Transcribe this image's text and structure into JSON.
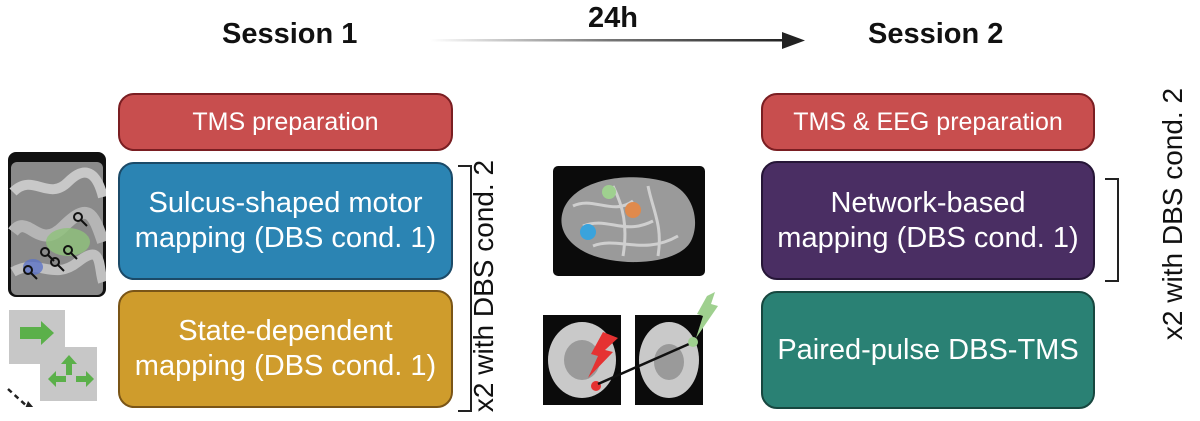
{
  "header": {
    "session1": "Session 1",
    "session2": "Session 2",
    "interval": "24h"
  },
  "session1": {
    "prep": "TMS preparation",
    "steps": [
      {
        "label_line1": "Sulcus-shaped motor",
        "label_line2": "mapping (DBS cond. 1)",
        "color": "#2b84b3"
      },
      {
        "label_line1": "State-dependent",
        "label_line2": "mapping (DBS cond. 1)",
        "color": "#cf9c2c"
      }
    ],
    "repeat_label": "x2 with DBS cond. 2"
  },
  "session2": {
    "prep": "TMS & EEG preparation",
    "steps": [
      {
        "label_line1": "Network-based",
        "label_line2": "mapping (DBS cond. 1)",
        "color": "#4a2e63"
      },
      {
        "label_line1": "Paired-pulse DBS-TMS",
        "label_line2": "",
        "color": "#2a8174"
      }
    ],
    "repeat_label": "x2 with DBS cond. 2"
  },
  "colors": {
    "prep": "#c84e4e",
    "accent_green": "#5bb04a"
  }
}
